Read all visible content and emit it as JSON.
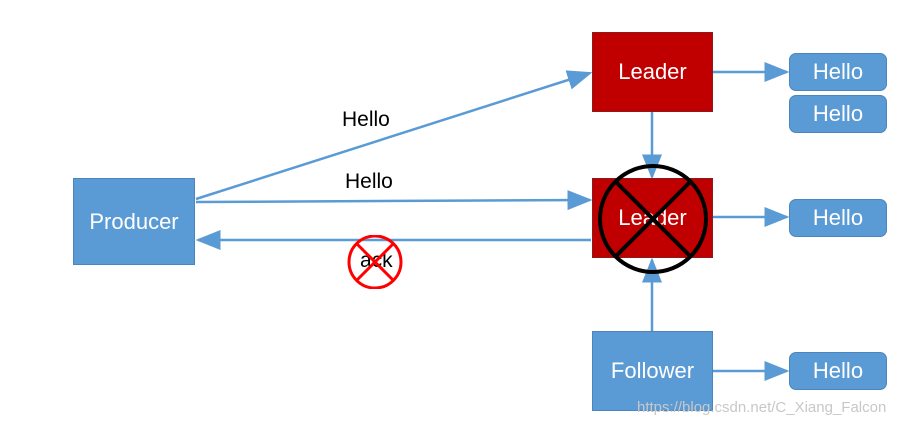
{
  "nodes": {
    "producer": "Producer",
    "leader_top": "Leader",
    "leader_failed": "Leader",
    "follower": "Follower"
  },
  "messages": {
    "top_1": "Hello",
    "top_2": "Hello",
    "middle": "Hello",
    "bottom": "Hello"
  },
  "edge_labels": {
    "hello_upper": "Hello",
    "hello_lower": "Hello",
    "ack": "ack"
  },
  "watermark": "https://blog.csdn.net/C_Xiang_Falcon",
  "colors": {
    "node_blue": "#5b9bd5",
    "leader_red": "#c00000",
    "arrow": "#5b9bd5",
    "ack_cross": "#ff0000",
    "leader_cross": "#000000"
  }
}
